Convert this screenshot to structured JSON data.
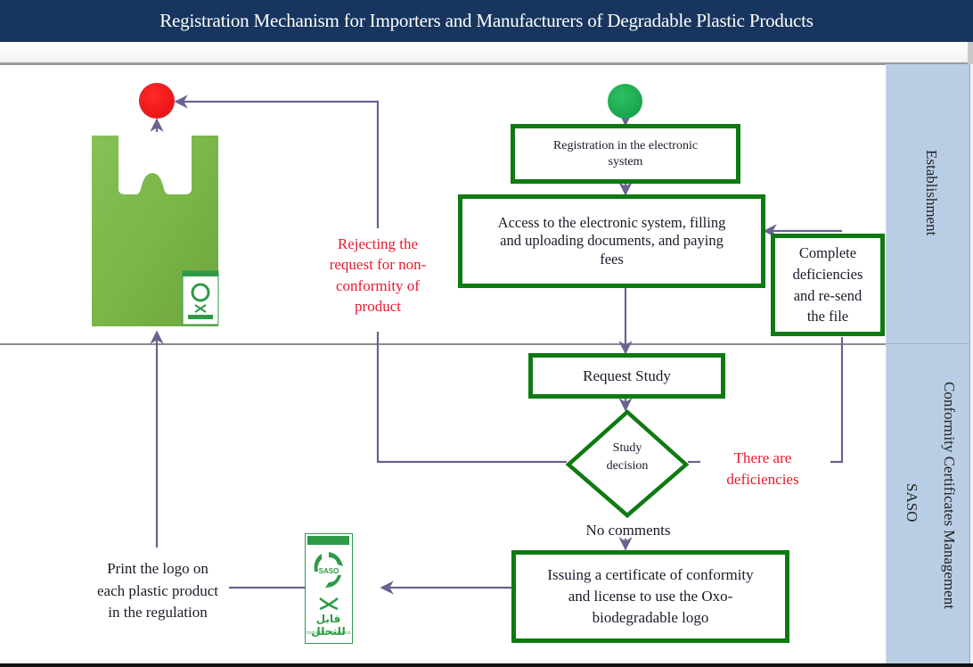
{
  "header": {
    "title": "Registration Mechanism for Importers and Manufacturers of Degradable Plastic Products"
  },
  "lanes": [
    {
      "label": "Establishment"
    },
    {
      "label_primary": "Conformity Certificates Management",
      "label_secondary": "SASO"
    }
  ],
  "nodes": {
    "start": {
      "icon": "start-circle-icon",
      "color": "#13a64a"
    },
    "end": {
      "icon": "end-circle-icon",
      "color": "#ee0f16"
    },
    "registration": "Registration in the electronic system",
    "registration_lines": [
      "Registration in the electronic",
      "system"
    ],
    "access": "Access to the electronic system, filling and uploading documents, and paying fees",
    "access_lines": [
      "Access to the electronic system, filling",
      "and uploading documents, and paying",
      "fees"
    ],
    "complete": "Complete deficiencies and re-send the file",
    "complete_lines": [
      "Complete",
      "deficiencies",
      "and re-send",
      "the file"
    ],
    "request_study": "Request Study",
    "decision": "Study decision",
    "decision_lines": [
      "Study",
      "decision"
    ],
    "issuing": "Issuing a certificate of conformity and license to use the Oxo-biodegradable logo",
    "issuing_lines": [
      "Issuing a certificate of conformity",
      "and license to use the Oxo-",
      "biodegradable logo"
    ],
    "print_logo": "Print the logo on each plastic product in the regulation",
    "print_logo_lines": [
      "Print the logo on",
      "each plastic product",
      "in the regulation"
    ]
  },
  "edge_labels": {
    "reject": "Rejecting the request for non-conformity of product",
    "reject_lines": [
      "Rejecting the",
      "request for non-",
      "conformity of",
      "product"
    ],
    "deficiencies": "There are deficiencies",
    "deficiencies_lines": [
      "There are",
      "deficiencies"
    ],
    "no_comments": "No comments"
  },
  "images": {
    "bag": {
      "icon": "green-plastic-bag-image",
      "color": "#7ab648"
    },
    "logo": {
      "icon": "saso-oxo-biodegradable-logo",
      "label": "SASO",
      "arabic_text": "قابل للتحلل",
      "caption": "OXO-BIODEGRADABLE",
      "color": "#2e9a47"
    }
  },
  "colors": {
    "header_bg": "#17355e",
    "box_border": "#0f7a12",
    "connector": "#6a6290",
    "lane_bg": "#b9cde4",
    "label_red": "#e8192c"
  }
}
